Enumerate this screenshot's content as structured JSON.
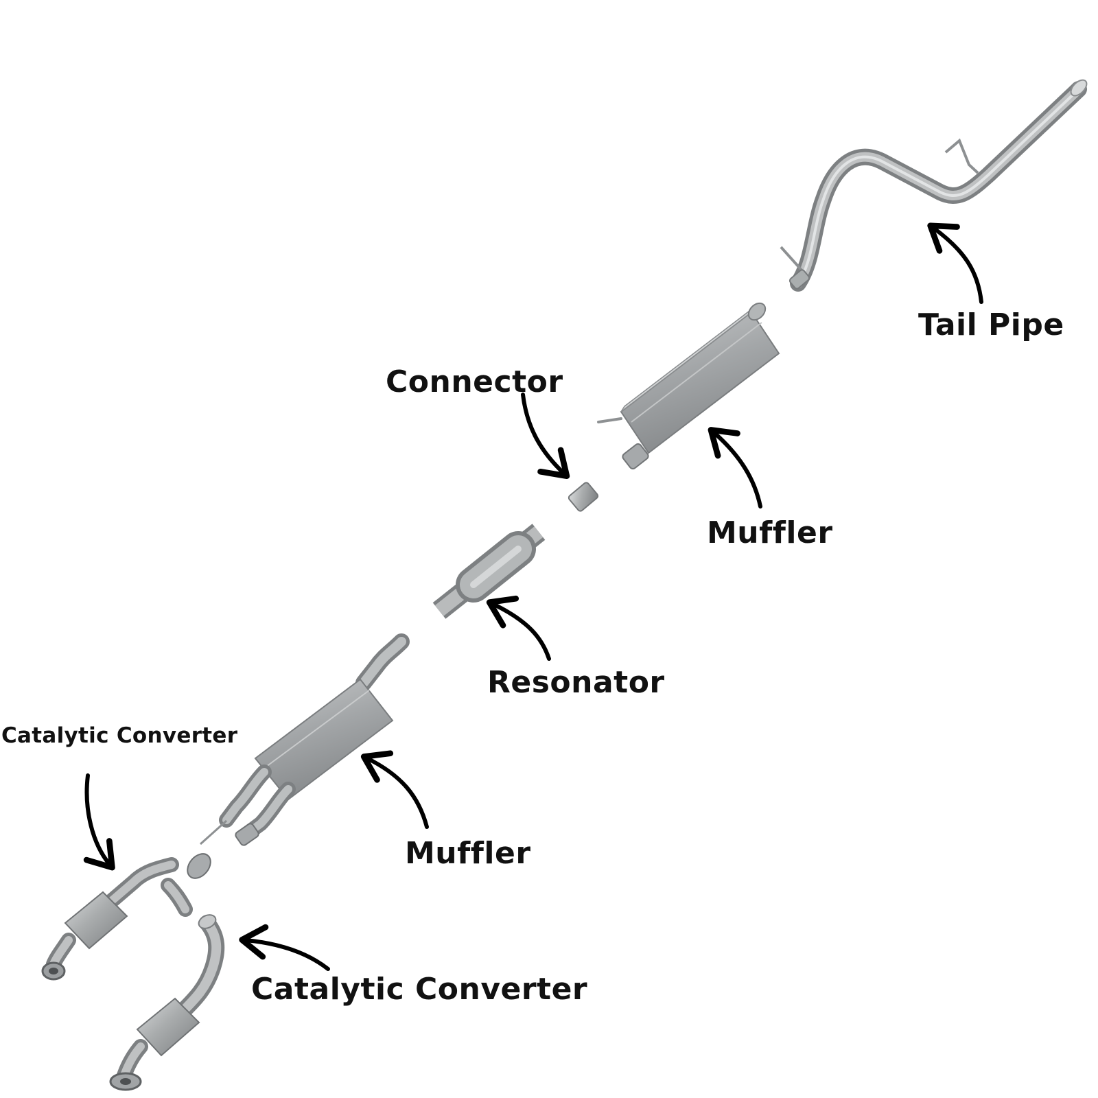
{
  "labels": {
    "tail_pipe": "Tail Pipe",
    "connector": "Connector",
    "muffler_upper": "Muffler",
    "resonator": "Resonator",
    "catalytic_converter_upper": "Catalytic Converter",
    "muffler_lower": "Muffler",
    "catalytic_converter_lower": "Catalytic Converter"
  },
  "colors": {
    "metal": "#a9acad",
    "metal_dark": "#6f7274",
    "metal_light": "#d4d6d7",
    "arrow": "#000000",
    "text": "#111111"
  }
}
